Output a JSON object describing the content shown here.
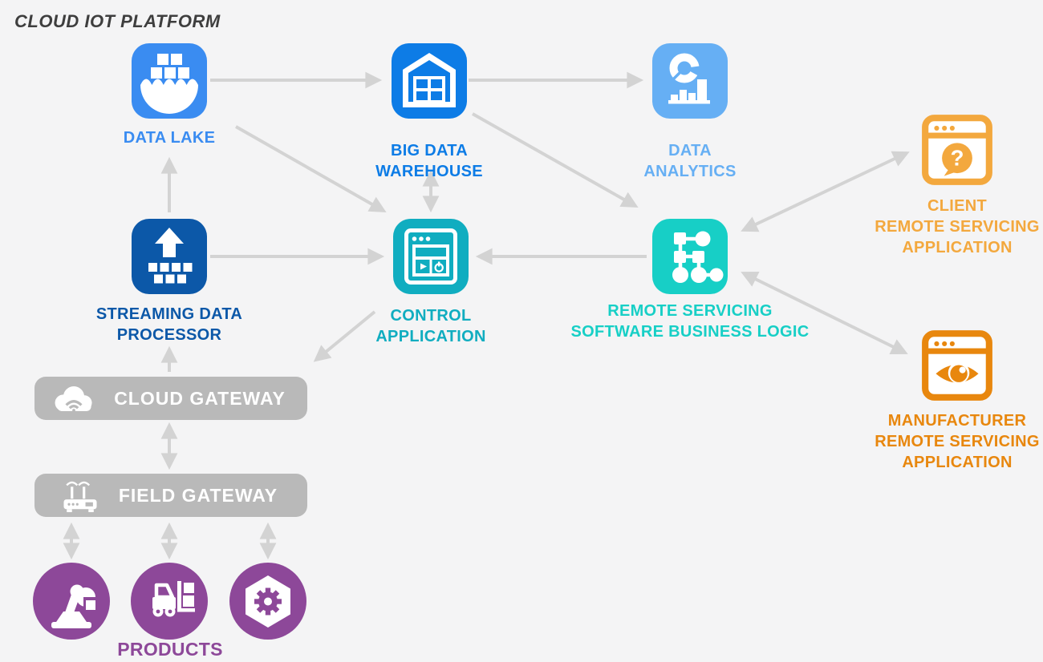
{
  "title": "CLOUD IOT PLATFORM",
  "colors": {
    "background": "#f4f4f5",
    "arrow": "#d3d3d3",
    "title_text": "#3e3e3e",
    "data_lake": "#3a8cf1",
    "big_data_warehouse": "#0d7ce6",
    "data_analytics": "#66aff4",
    "streaming_data_processor": "#0c58a8",
    "control_application": "#10adc0",
    "remote_servicing_logic": "#17cfc6",
    "client_app": "#f3a83e",
    "manufacturer_app": "#e8870e",
    "gateway_bar": "#b9b9b9",
    "products": "#8d4899"
  },
  "nodes": {
    "data_lake": {
      "label": "DATA LAKE"
    },
    "big_data_warehouse": {
      "label": "BIG DATA\nWAREHOUSE"
    },
    "data_analytics": {
      "label": "DATA\nANALYTICS"
    },
    "streaming_data_processor": {
      "label": "STREAMING DATA\nPROCESSOR"
    },
    "control_application": {
      "label": "CONTROL\nAPPLICATION"
    },
    "remote_servicing_logic": {
      "label": "REMOTE SERVICING\nSOFTWARE BUSINESS LOGIC"
    },
    "client_app": {
      "label": "CLIENT\nREMOTE SERVICING\nAPPLICATION"
    },
    "manufacturer_app": {
      "label": "MANUFACTURER\nREMOTE SERVICING\nAPPLICATION"
    },
    "cloud_gateway": {
      "label": "CLOUD GATEWAY"
    },
    "field_gateway": {
      "label": "FIELD GATEWAY"
    },
    "products": {
      "label": "PRODUCTS",
      "icons": [
        "robot-arm",
        "forklift",
        "gear-hexagon"
      ]
    }
  },
  "connections": [
    {
      "from": "data-lake",
      "to": "big-data-warehouse",
      "direction": "one-way"
    },
    {
      "from": "big-data-warehouse",
      "to": "data-analytics",
      "direction": "one-way"
    },
    {
      "from": "data-lake",
      "to": "control-application",
      "direction": "one-way"
    },
    {
      "from": "big-data-warehouse",
      "to": "control-application",
      "direction": "two-way"
    },
    {
      "from": "big-data-warehouse",
      "to": "remote-servicing-logic",
      "direction": "one-way"
    },
    {
      "from": "streaming-data-processor",
      "to": "data-lake",
      "direction": "one-way"
    },
    {
      "from": "streaming-data-processor",
      "to": "control-application",
      "direction": "one-way"
    },
    {
      "from": "remote-servicing-logic",
      "to": "control-application",
      "direction": "one-way"
    },
    {
      "from": "remote-servicing-logic",
      "to": "client-app",
      "direction": "two-way"
    },
    {
      "from": "remote-servicing-logic",
      "to": "manufacturer-app",
      "direction": "two-way"
    },
    {
      "from": "control-application",
      "to": "cloud-gateway",
      "direction": "one-way"
    },
    {
      "from": "cloud-gateway",
      "to": "streaming-data-processor",
      "direction": "one-way"
    },
    {
      "from": "cloud-gateway",
      "to": "field-gateway",
      "direction": "two-way"
    },
    {
      "from": "field-gateway",
      "to": "product-robot-arm",
      "direction": "two-way"
    },
    {
      "from": "field-gateway",
      "to": "product-forklift",
      "direction": "two-way"
    },
    {
      "from": "field-gateway",
      "to": "product-gear",
      "direction": "two-way"
    }
  ]
}
